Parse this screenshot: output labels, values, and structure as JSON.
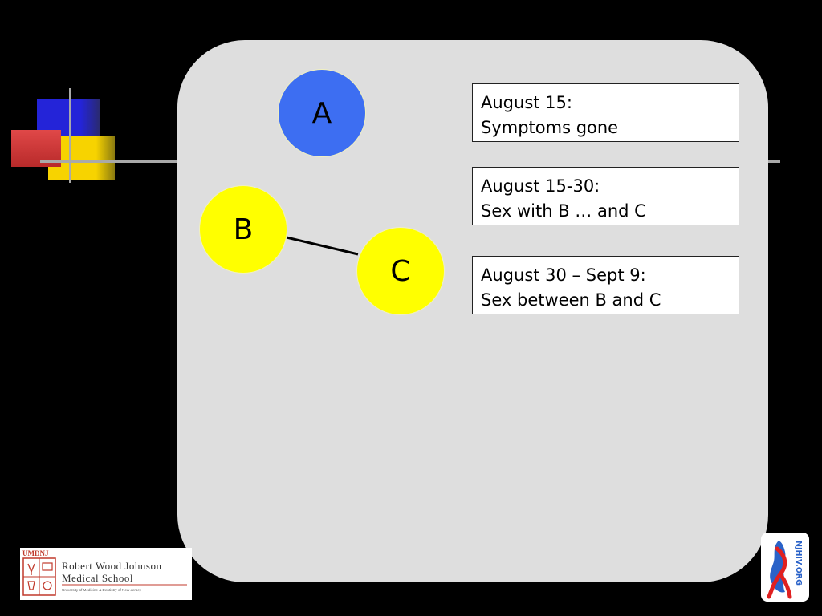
{
  "nodes": {
    "a": {
      "label": "A",
      "color": "#3d6ef2"
    },
    "b": {
      "label": "B",
      "color": "#ffff00"
    },
    "c": {
      "label": "C",
      "color": "#ffff00"
    }
  },
  "edges": [
    {
      "from": "B",
      "to": "C"
    }
  ],
  "events": [
    {
      "line1": "August 15:",
      "line2": "Symptoms gone"
    },
    {
      "line1": "August 15-30:",
      "line2": "Sex with B … and C"
    },
    {
      "line1": "August 30 – Sept 9:",
      "line2": "Sex between B and C"
    }
  ],
  "logos": {
    "rwj": {
      "umdnj": "UMDNJ",
      "line1": "Robert Wood Johnson",
      "line2": "Medical School",
      "subline": "University of Medicine & Dentistry of New Jersey"
    },
    "njhiv": {
      "text": "NJHIV.ORG"
    }
  },
  "colors": {
    "panel": "#dedede",
    "accent_red": "#d43a3a",
    "accent_blue": "#2b2bd6",
    "accent_yellow": "#f5d000"
  }
}
